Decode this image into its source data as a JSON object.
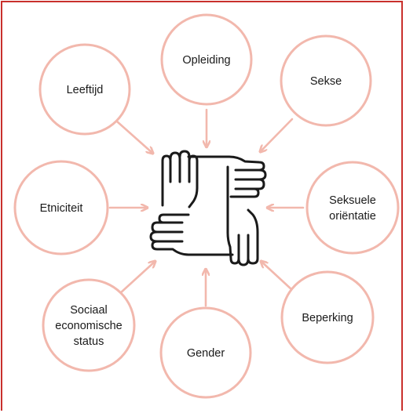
{
  "diagram": {
    "center_icon": "interlocking-hands-icon",
    "colors": {
      "circle_stroke": "#f2b8ad",
      "arrow": "#f2b8ad",
      "icon": "#1a1a1a",
      "frame_border": "#c9302c"
    },
    "nodes": [
      {
        "id": "opleiding",
        "lines": [
          "Opleiding"
        ]
      },
      {
        "id": "sekse",
        "lines": [
          "Sekse"
        ]
      },
      {
        "id": "seksuele-orientatie",
        "lines": [
          "Seksuele",
          "oriëntatie"
        ]
      },
      {
        "id": "beperking",
        "lines": [
          "Beperking"
        ]
      },
      {
        "id": "gender",
        "lines": [
          "Gender"
        ]
      },
      {
        "id": "sociaal-economische-status",
        "lines": [
          "Sociaal",
          "economische",
          "status"
        ]
      },
      {
        "id": "etniciteit",
        "lines": [
          "Etniciteit"
        ]
      },
      {
        "id": "leeftijd",
        "lines": [
          "Leeftijd"
        ]
      }
    ]
  }
}
